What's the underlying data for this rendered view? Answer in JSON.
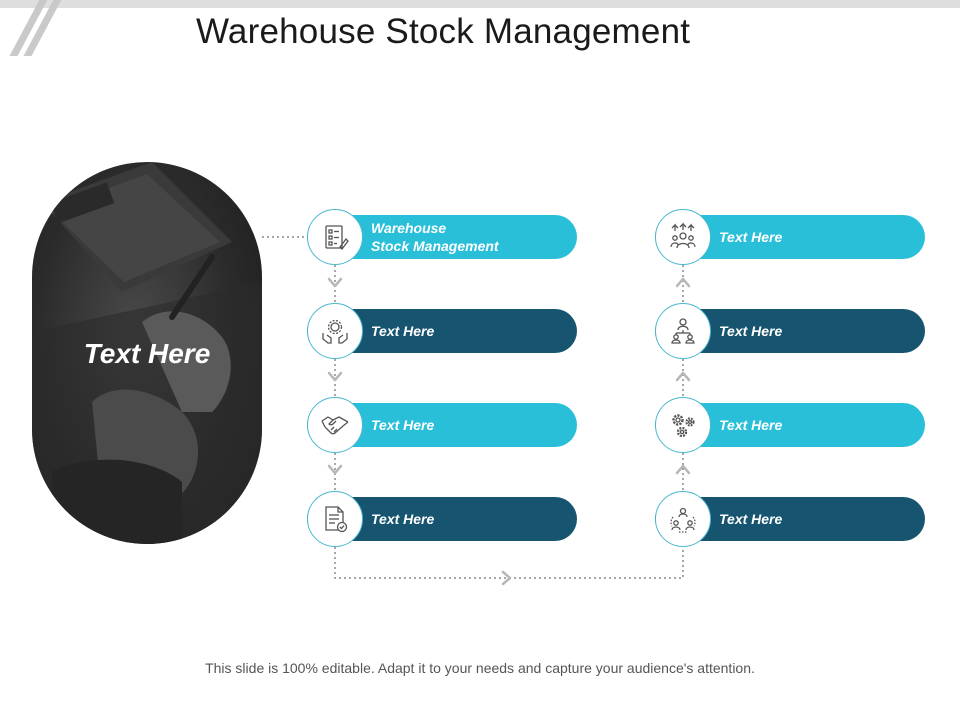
{
  "slide": {
    "title": "Warehouse Stock Management",
    "footer": "This slide is 100% editable. Adapt it to your needs and capture your audience's attention."
  },
  "oval": {
    "label": "Text Here"
  },
  "left_column": [
    {
      "label": "Warehouse\nStock Management",
      "style": "light",
      "icon": "checklist-icon"
    },
    {
      "label": "Text Here",
      "style": "dark",
      "icon": "hands-gear-icon"
    },
    {
      "label": "Text Here",
      "style": "light",
      "icon": "handshake-icon"
    },
    {
      "label": "Text Here",
      "style": "dark",
      "icon": "document-check-icon"
    }
  ],
  "right_column": [
    {
      "label": "Text Here",
      "style": "light",
      "icon": "team-growth-icon"
    },
    {
      "label": "Text Here",
      "style": "dark",
      "icon": "hierarchy-icon"
    },
    {
      "label": "Text Here",
      "style": "light",
      "icon": "gears-icon"
    },
    {
      "label": "Text Here",
      "style": "dark",
      "icon": "network-people-icon"
    }
  ],
  "colors": {
    "light_pill": "#29bfd9",
    "dark_pill": "#175470",
    "circle_border": "#4ab8cf",
    "connector": "#8a8a8a"
  }
}
